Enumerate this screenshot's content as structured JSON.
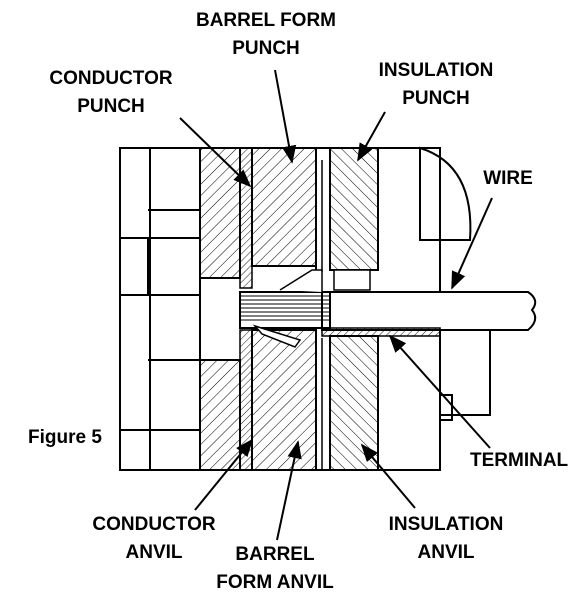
{
  "figure_label": "Figure 5",
  "labels": {
    "barrel_form_punch": [
      "BARREL FORM",
      "PUNCH"
    ],
    "conductor_punch": [
      "CONDUCTOR",
      "PUNCH"
    ],
    "insulation_punch": [
      "INSULATION",
      "PUNCH"
    ],
    "wire": "WIRE",
    "terminal": "TERMINAL",
    "conductor_anvil": [
      "CONDUCTOR",
      "ANVIL"
    ],
    "insulation_anvil": [
      "INSULATION",
      "ANVIL"
    ],
    "barrel_form_anvil": [
      "BARREL",
      "FORM ANVIL"
    ]
  },
  "colors": {
    "line": "#000000",
    "background": "#ffffff"
  }
}
